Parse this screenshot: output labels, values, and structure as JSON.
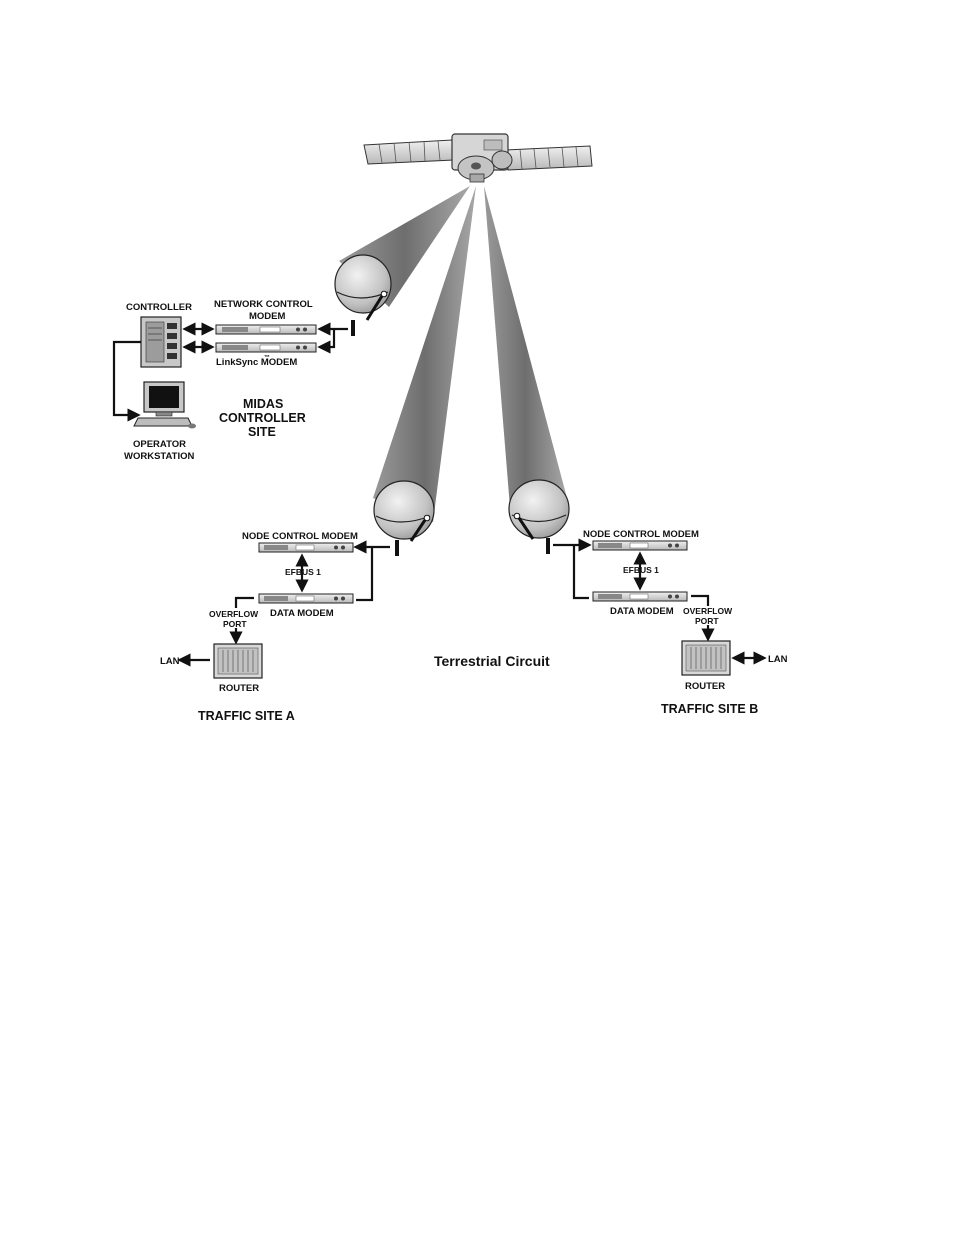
{
  "labels": {
    "controller": "CONTROLLER",
    "network_control_modem_1": "NETWORK  CONTROL",
    "network_control_modem_2": "MODEM",
    "linksync_modem": "LinkSync MODEM",
    "linksync_tm": "™",
    "midas_1": "MIDAS",
    "midas_2": "CONTROLLER",
    "midas_3": "SITE",
    "operator_1": "OPERATOR",
    "operator_2": "WORKSTATION",
    "node_control_modem_a": "NODE CONTROL MODEM",
    "efbus_a": "EFBUS 1",
    "data_modem_a": "DATA MODEM",
    "overflow_a_1": "OVERFLOW",
    "overflow_a_2": "PORT",
    "lan_a": "LAN",
    "router_a": "ROUTER",
    "traffic_site_a": "TRAFFIC SITE A",
    "node_control_modem_b": "NODE CONTROL MODEM",
    "efbus_b": "EFBUS 1",
    "data_modem_b": "DATA MODEM",
    "overflow_b_1": "OVERFLOW",
    "overflow_b_2": "PORT",
    "lan_b": "LAN",
    "router_b": "ROUTER",
    "traffic_site_b": "TRAFFIC SITE B",
    "terrestrial_circuit": "Terrestrial Circuit"
  },
  "colors": {
    "line": "#111111",
    "beam": "#8a8a8a",
    "equipment": "#d8d8d8",
    "dish": "#cfcfcf"
  }
}
